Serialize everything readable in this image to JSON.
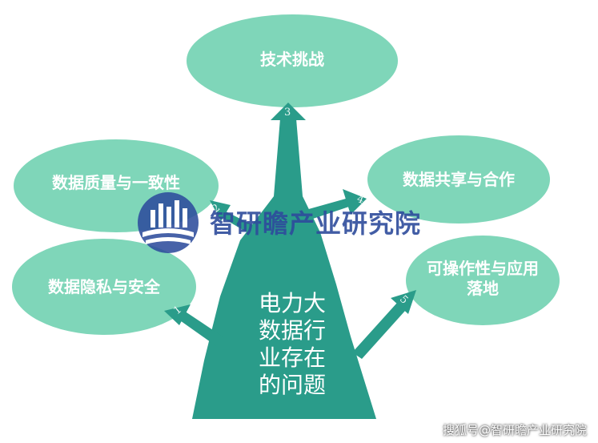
{
  "center": {
    "text_lines": [
      "电力大",
      "数据行",
      "业存在",
      "的问题"
    ]
  },
  "items": [
    {
      "number": "1",
      "label": [
        "数据隐私与安全"
      ]
    },
    {
      "number": "2",
      "label": [
        "数据质量与一致性"
      ]
    },
    {
      "number": "3",
      "label": [
        "技术挑战"
      ]
    },
    {
      "number": "4",
      "label": [
        "数据共享与合作"
      ]
    },
    {
      "number": "5",
      "label": [
        "可操作性与应用",
        "落地"
      ]
    }
  ],
  "watermark": {
    "text": "智研瞻产业研究院"
  },
  "footer": {
    "text": "搜狐号@智研瞻产业研究院"
  },
  "colors": {
    "trunk": "#2a9c8a",
    "ellipse": "#7fd6b9",
    "watermark": "#2e4c9c"
  }
}
